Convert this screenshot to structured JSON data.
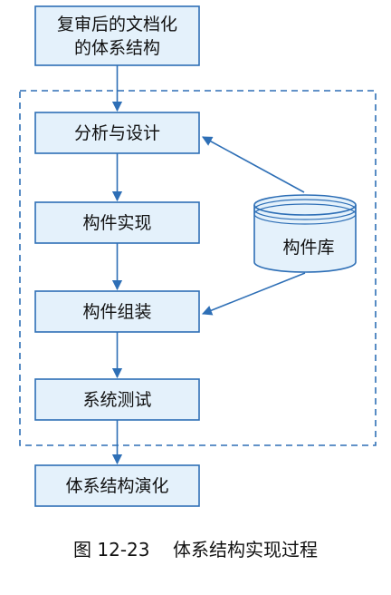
{
  "diagram": {
    "input_line1": "复审后的文档化",
    "input_line2": "的体系结构",
    "step1": "分析与设计",
    "step2": "构件实现",
    "step3": "构件组装",
    "step4": "系统测试",
    "output": "体系结构演化",
    "repository": "构件库"
  },
  "caption": {
    "figure_no": "图 12-23",
    "title": "体系结构实现过程"
  },
  "colors": {
    "box_fill": "#e4f1fb",
    "line": "#2e6fb6"
  }
}
